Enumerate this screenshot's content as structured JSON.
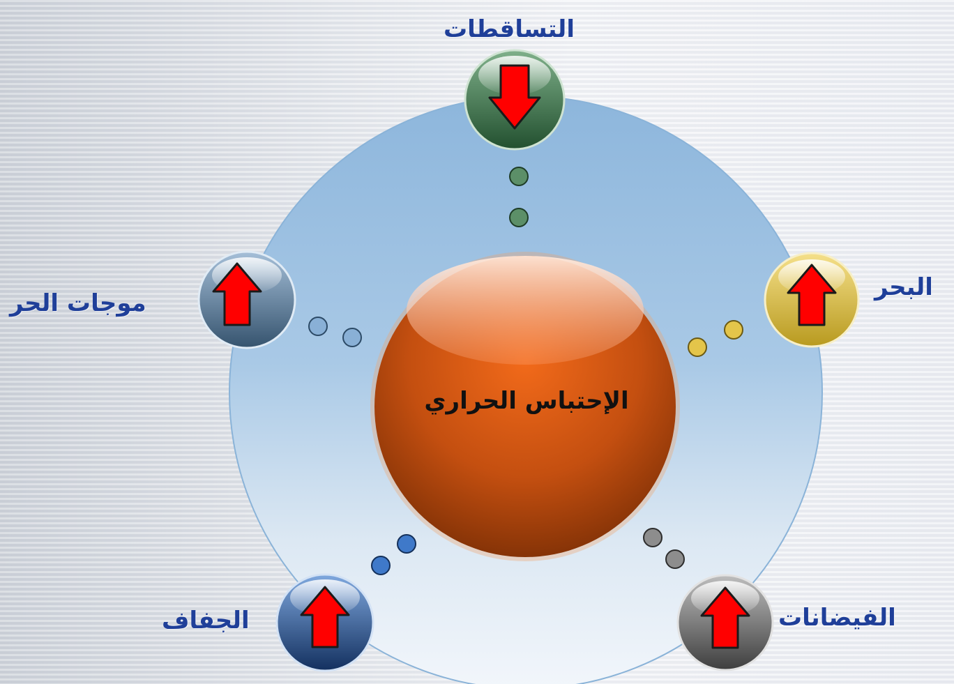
{
  "center": {
    "label": "الإحتباس الحراري"
  },
  "nodes": [
    {
      "id": "precipitation",
      "label": "التساقطات",
      "arrow": "down",
      "color": "#3f7a4f"
    },
    {
      "id": "sea",
      "label": "البحر",
      "arrow": "up",
      "color": "#d9bc3b"
    },
    {
      "id": "floods",
      "label": "الفيضانات",
      "arrow": "up",
      "color": "#6e6e6e"
    },
    {
      "id": "drought",
      "label": "الجفاف",
      "arrow": "up",
      "color": "#2d5e9f"
    },
    {
      "id": "heatwaves",
      "label": "موجات الحر",
      "arrow": "up",
      "color": "#4a6f93"
    }
  ]
}
